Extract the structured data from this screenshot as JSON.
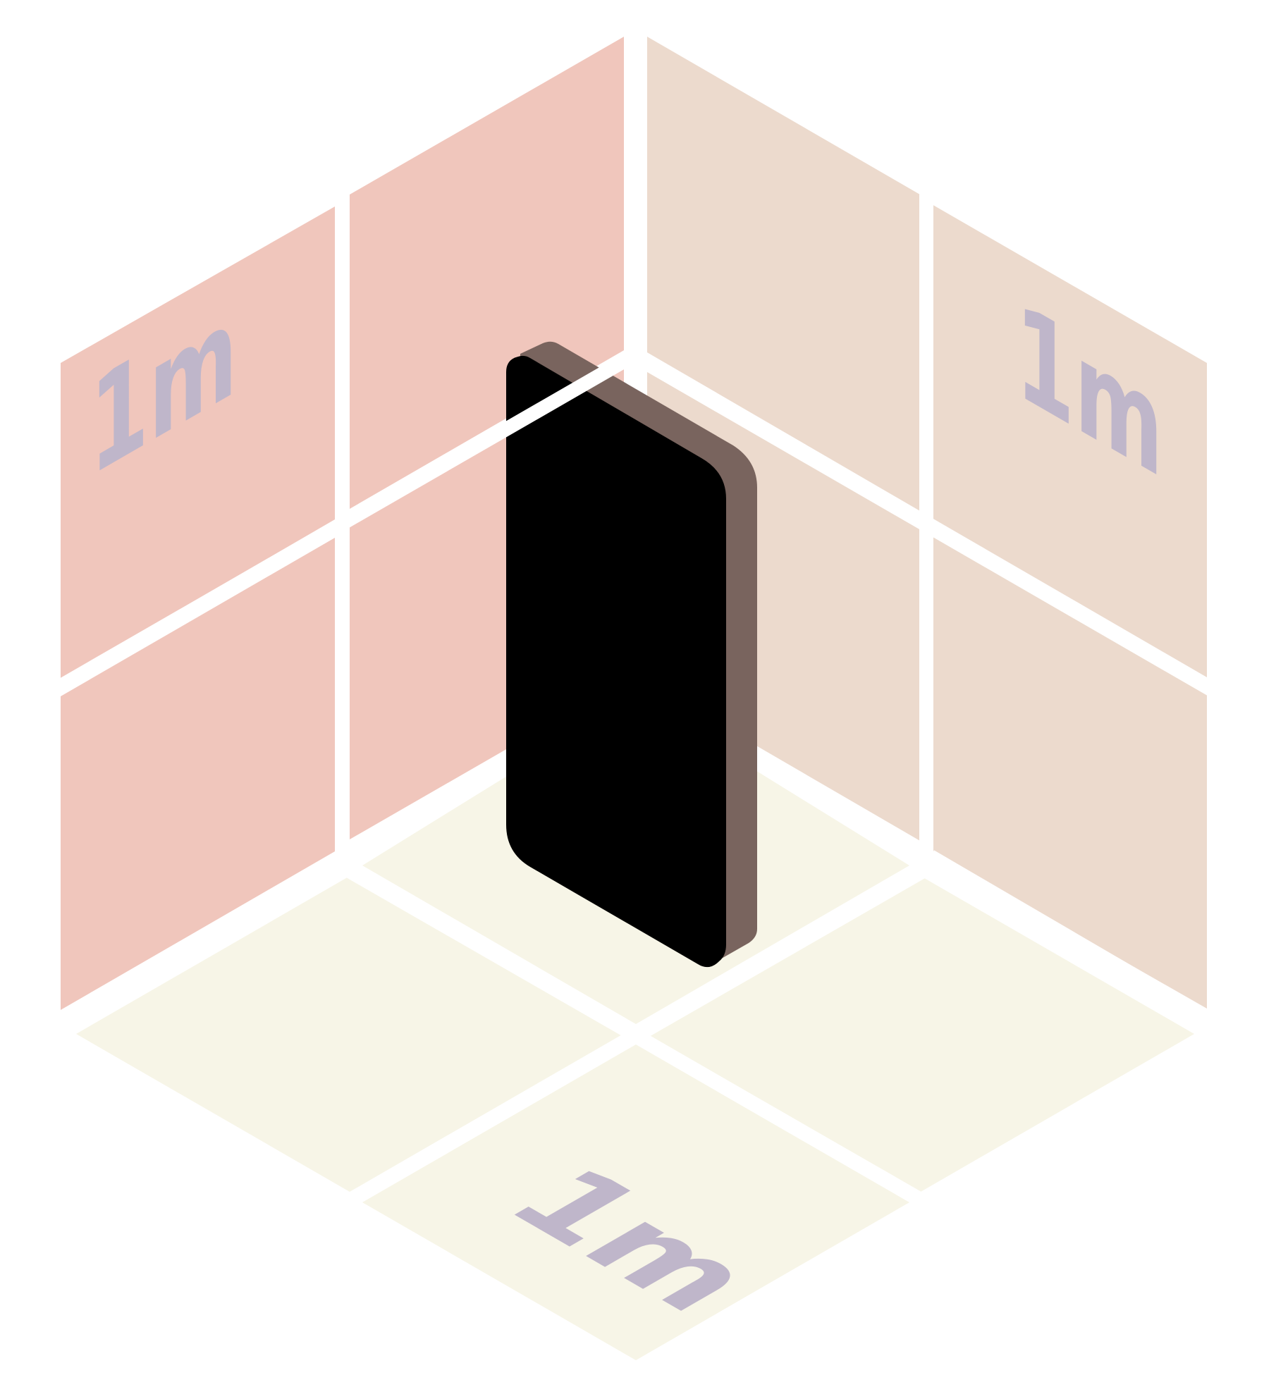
{
  "diagram": {
    "scale_labels": {
      "left_wall": "1m",
      "right_wall": "1m",
      "floor": "1m"
    },
    "colors": {
      "left_wall": "#f0c6bc",
      "right_wall": "#ecdacd",
      "floor": "#f7f5e7",
      "grid_lines": "#ffffff",
      "scale_label": "#bfb6ca",
      "panel_front": "#000000",
      "panel_side": "#79645e"
    }
  }
}
